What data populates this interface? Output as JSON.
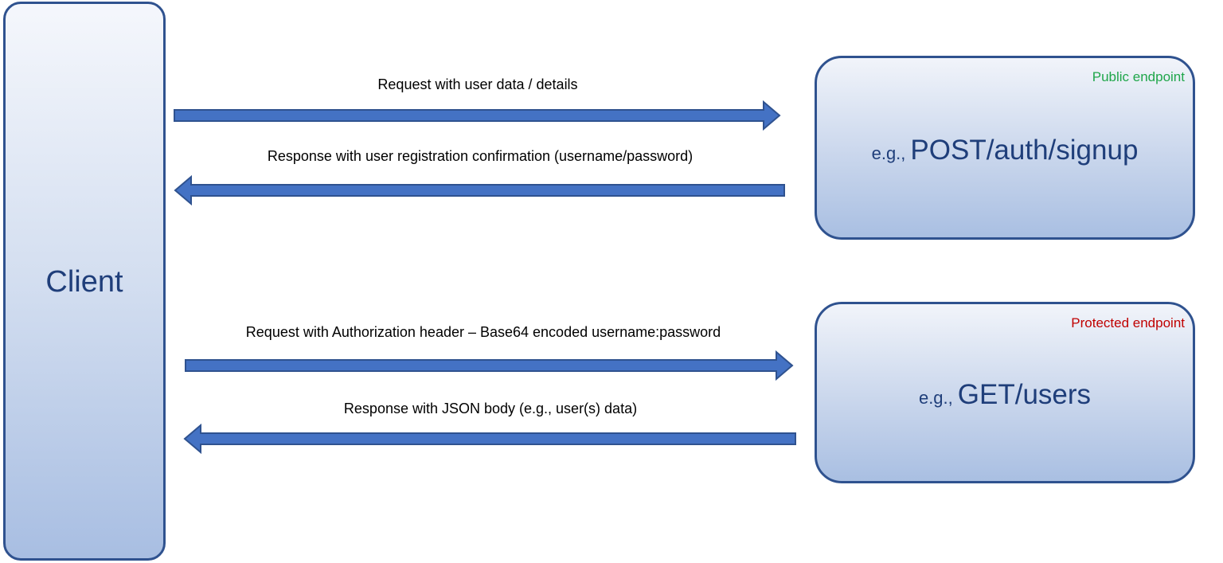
{
  "client": {
    "label": "Client"
  },
  "public_endpoint": {
    "tag": "Public endpoint",
    "prefix": "e.g.,",
    "path": "POST/auth/signup",
    "tag_color": "#1fa64a"
  },
  "protected_endpoint": {
    "tag": "Protected endpoint",
    "prefix": "e.g.,",
    "path": "GET/users",
    "tag_color": "#c00000"
  },
  "arrows": [
    {
      "label": "Request with user data / details",
      "direction": "right"
    },
    {
      "label": "Response with user registration confirmation (username/password)",
      "direction": "left"
    },
    {
      "label": "Request with Authorization header – Base64 encoded username:password",
      "direction": "right"
    },
    {
      "label": "Response with JSON body (e.g., user(s) data)",
      "direction": "left"
    }
  ],
  "colors": {
    "arrow_fill": "#4472c4",
    "arrow_stroke": "#2f528f",
    "box_border": "#2f528f",
    "endpoint_text": "#1f3e7a"
  }
}
